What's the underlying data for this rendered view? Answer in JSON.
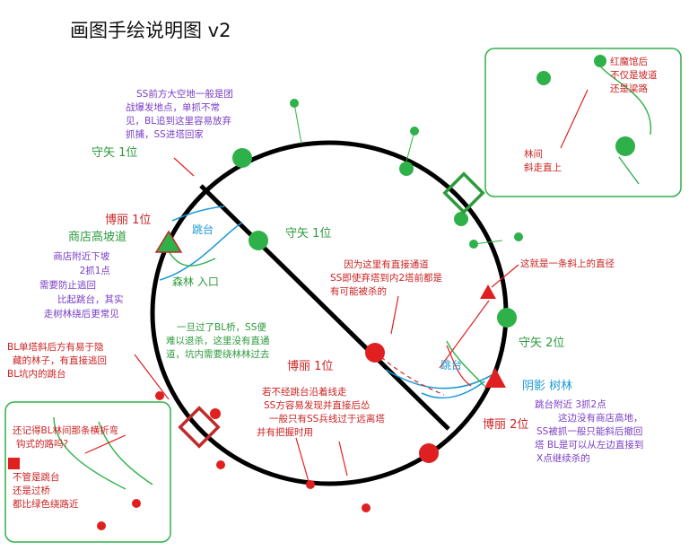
{
  "title": "画图手绘说明图 v2",
  "colors": {
    "ring": "#000000",
    "red": "#e02020",
    "green": "#2fb14a",
    "purple": "#7a3fc4",
    "blue": "#1e9ad6",
    "box": "#2d9a3c"
  },
  "labels": {
    "shouya_top": "守矢 1位",
    "shouya_mid": "守矢 1位",
    "shouya_2": "守矢 2位",
    "bolan_1_top": "博丽 1位",
    "bolan_1_mid": "博丽 1位",
    "bolan_2": "博丽 2位",
    "shop_slope": "商店高坡道",
    "jump_left": "跳台",
    "jump_right": "跳台",
    "forest_entry": "森林 入口",
    "shadow_forest": "阴影 树林",
    "forest_slant": [
      "林间",
      "斜走直上"
    ]
  },
  "notes": {
    "top_purple": [
      "SS前方大空地一般是团",
      "战爆发地点，单抓不常",
      "见，BL追到这里容易放弃",
      "抓捕，SS进塔回家"
    ],
    "shop_purple": [
      "商店附近下坡",
      "2抓1点",
      "需要防止逃回",
      "比起跳台，其实",
      "走树林绕后更常见"
    ],
    "bl_single": [
      "BL单塔斜后方有易于隐",
      "藏的林子，有直接逃回",
      "BL坑内的跳台"
    ],
    "bridge_green": [
      "一旦过了BL桥，SS便",
      "难以退杀，这里没有直通",
      "道，坑内需要绕林林过去"
    ],
    "bottom_red": [
      "若不经跳台沿着线走",
      "SS方容易发现并直接后怂",
      "一般只有SS兵线过于远离塔",
      "并有把握时用"
    ],
    "mid_red": [
      "因为这里有直接通道",
      "SS即使弃塔到内2塔前都是",
      "有可能被杀的"
    ],
    "diameter": "这就是一条斜上的直径",
    "right_purple": [
      "跳台附近 3抓2点",
      "这边没有商店高地，",
      "SS被抓一般只能斜后撤回",
      "塔  BL是可以从左边直接到",
      "X点继续杀的"
    ],
    "topright_red": [
      "红魔馆后",
      "不仅是坡道",
      "还是梁路"
    ],
    "botleft_red": [
      "还记得BL林间那条横折弯",
      "钩式的路吗?",
      "不管是跳台",
      "还是过桥",
      "都比绿色绕路近"
    ]
  }
}
